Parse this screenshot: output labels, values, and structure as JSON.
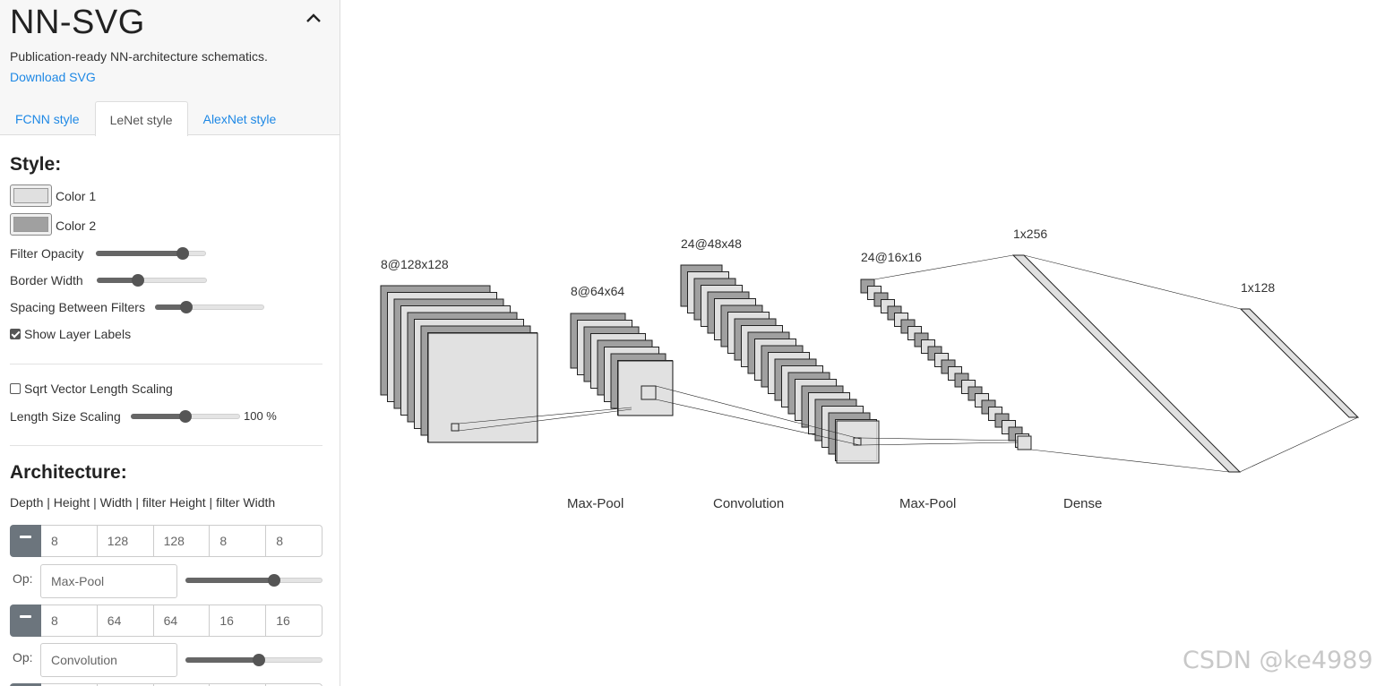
{
  "header": {
    "title": "NN-SVG",
    "subtitle": "Publication-ready NN-architecture schematics.",
    "download_link": "Download SVG",
    "tabs": [
      {
        "label": "FCNN style",
        "active": false
      },
      {
        "label": "LeNet style",
        "active": true
      },
      {
        "label": "AlexNet style",
        "active": false
      }
    ]
  },
  "style": {
    "heading": "Style:",
    "color1_label": "Color 1",
    "color1": "#e0e0e0",
    "color2_label": "Color 2",
    "color2": "#a0a0a0",
    "filter_opacity_label": "Filter Opacity",
    "filter_opacity": 0.83,
    "border_width_label": "Border Width",
    "border_width": 0.36,
    "spacing_label": "Spacing Between Filters",
    "spacing": 0.26,
    "show_labels_label": "Show Layer Labels",
    "show_labels": true,
    "sqrt_label": "Sqrt Vector Length Scaling",
    "sqrt": false,
    "length_scaling_label": "Length Size Scaling",
    "length_scaling": 0.5,
    "length_scaling_value": "100 %"
  },
  "architecture": {
    "heading": "Architecture:",
    "columns_header": "Depth | Height | Width | filter Height | filter Width",
    "layers": [
      {
        "values": [
          "8",
          "128",
          "128",
          "8",
          "8"
        ],
        "op_label": "Op:",
        "op": "Max-Pool",
        "op_level": 0.66
      },
      {
        "values": [
          "8",
          "64",
          "64",
          "16",
          "16"
        ],
        "op_label": "Op:",
        "op": "Convolution",
        "op_level": 0.54
      }
    ]
  },
  "diagram": {
    "layer_labels": [
      "8@128x128",
      "8@64x64",
      "24@48x48",
      "24@16x16",
      "1x256",
      "1x128"
    ],
    "op_labels": [
      "Max-Pool",
      "Convolution",
      "Max-Pool",
      "Dense"
    ],
    "colors": {
      "fill1": "#e0e0e0",
      "fill2": "#a0a0a0",
      "stroke": "#222222"
    }
  },
  "watermark": "CSDN @ke4989"
}
